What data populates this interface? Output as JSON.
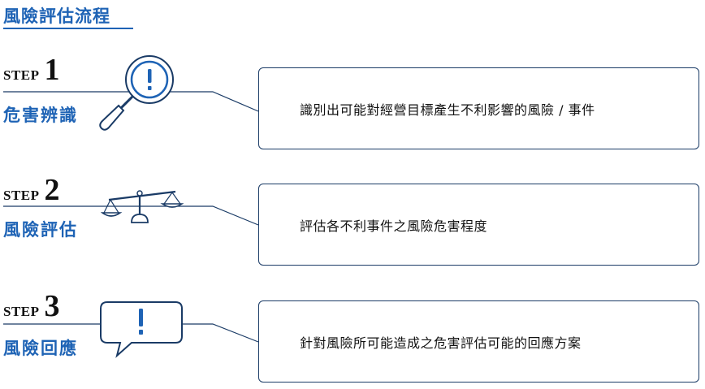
{
  "title": "風險評估流程",
  "steps": [
    {
      "word": "STEP",
      "number": "1",
      "name": "危害辨識",
      "description": "識別出可能對經營目標產生不利影響的風險 / 事件",
      "icon": "magnifier-exclamation-icon"
    },
    {
      "word": "STEP",
      "number": "2",
      "name": "風險評估",
      "description": "評估各不利事件之風險危害程度",
      "icon": "balance-scale-icon"
    },
    {
      "word": "STEP",
      "number": "3",
      "name": "風險回應",
      "description": "針對風險所可能造成之危害評估可能的回應方案",
      "icon": "speech-bubble-exclamation-icon"
    }
  ],
  "colors": {
    "accent": "#1e63b5",
    "line": "#1a3b66",
    "text": "#111111"
  }
}
